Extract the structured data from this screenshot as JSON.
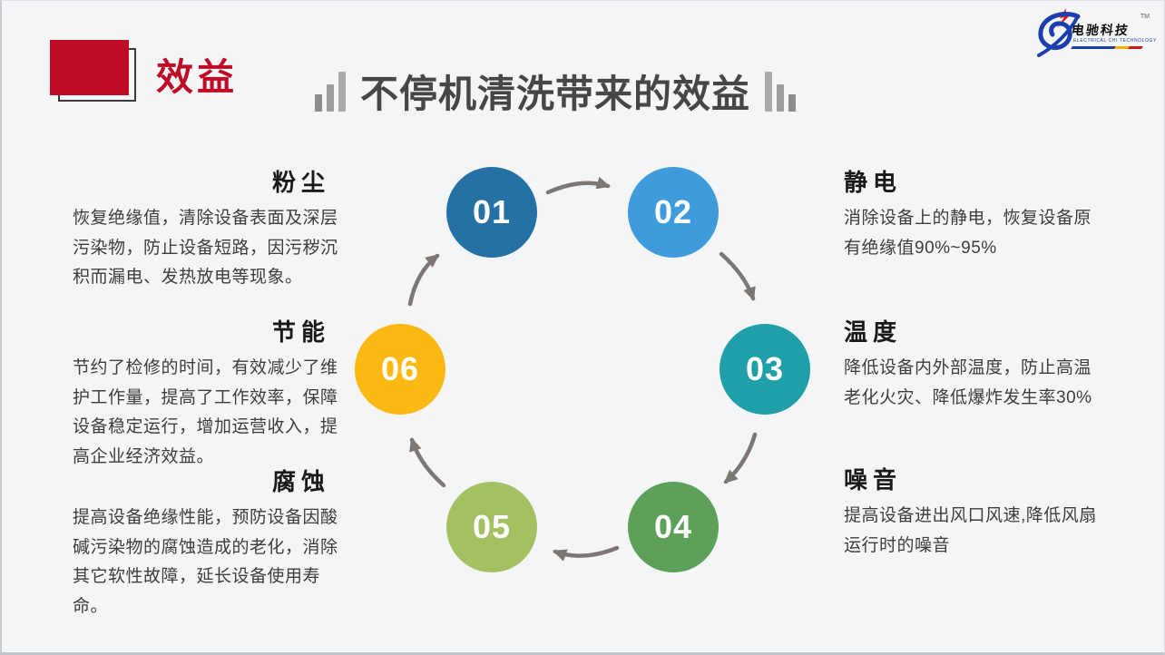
{
  "header": {
    "section_label": "效益",
    "title": "不停机清洗带来的效益"
  },
  "logo": {
    "name": "电驰科技",
    "subtitle": "ELECTRICAL CHI TECHNOLOGY",
    "trademark": "TM"
  },
  "benefits_left": [
    {
      "title": "粉尘",
      "desc": "恢复绝缘值，清除设备表面及深层污染物，防止设备短路，因污秽沉积而漏电、发热放电等现象。"
    },
    {
      "title": "节能",
      "desc": "节约了检修的时间，有效减少了维护工作量，提高了工作效率，保障设备稳定运行，增加运营收入，提高企业经济效益。"
    },
    {
      "title": "腐蚀",
      "desc": "提高设备绝缘性能，预防设备因酸碱污染物的腐蚀造成的老化，消除其它软性故障，延长设备使用寿命。"
    }
  ],
  "benefits_right": [
    {
      "title": "静电",
      "desc": "消除设备上的静电，恢复设备原有绝缘值90%~95%"
    },
    {
      "title": "温度",
      "desc": "降低设备内外部温度，防止高温老化火灾、降低爆炸发生率30%"
    },
    {
      "title": "噪音",
      "desc": "提高设备进出风口风速,降低风扇运行时的噪音"
    }
  ],
  "diagram": {
    "steps": [
      {
        "number": "01",
        "color": "#2571a6"
      },
      {
        "number": "02",
        "color": "#3f9bdb"
      },
      {
        "number": "03",
        "color": "#1fa0a9"
      },
      {
        "number": "04",
        "color": "#5ca05a"
      },
      {
        "number": "05",
        "color": "#a3c163"
      },
      {
        "number": "06",
        "color": "#fcb813"
      }
    ],
    "arrow_color": "#7c7674"
  },
  "colors": {
    "accent_red": "#c00b27",
    "title_gray": "#464646",
    "background": "#f4f5f7"
  }
}
